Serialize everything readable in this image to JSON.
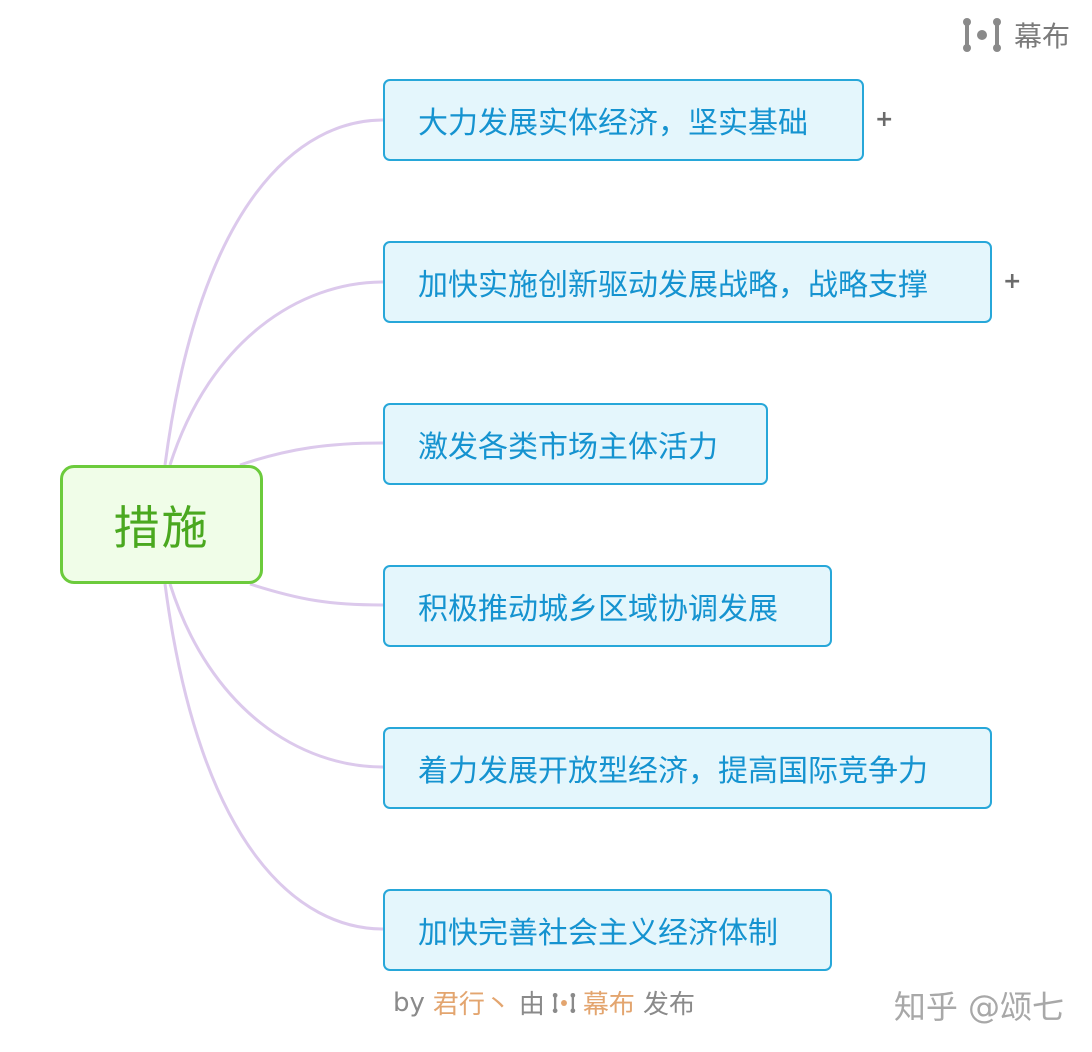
{
  "brand": {
    "name": "幕布"
  },
  "mindmap": {
    "root": {
      "label": "措施"
    },
    "children": [
      {
        "label": "大力发展实体经济，坚实基础",
        "collapsed": true
      },
      {
        "label": "加快实施创新驱动发展战略，战略支撑",
        "collapsed": true
      },
      {
        "label": "激发各类市场主体活力",
        "collapsed": false
      },
      {
        "label": "积极推动城乡区域协调发展",
        "collapsed": false
      },
      {
        "label": "着力发展开放型经济，提高国际竞争力",
        "collapsed": false
      },
      {
        "label": "加快完善社会主义经济体制",
        "collapsed": false
      }
    ],
    "expand_symbol": "+"
  },
  "footer": {
    "by": "by",
    "author": "君行丶",
    "via": "由",
    "platform": "幕布",
    "published": "发布"
  },
  "watermark": "知乎 @颂七",
  "colors": {
    "root_border": "#6ccb3c",
    "root_fill": "#f0fde8",
    "root_text": "#4aa81f",
    "node_border": "#27a7d9",
    "node_fill": "#e4f6fc",
    "node_text": "#1593d0",
    "connector": "#dcc9ec",
    "accent": "#e3a56f"
  }
}
